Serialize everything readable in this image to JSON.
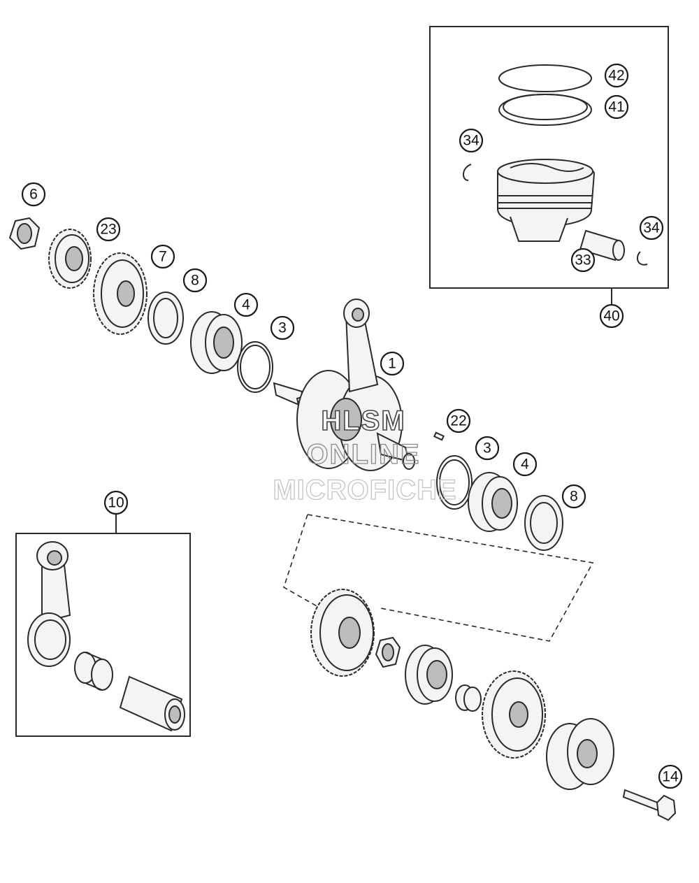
{
  "diagram": {
    "callouts": {
      "c6": "6",
      "c23": "23",
      "c7": "7",
      "c8a": "8",
      "c4a": "4",
      "c3a": "3",
      "c1": "1",
      "c22": "22",
      "c3b": "3",
      "c4b": "4",
      "c8b": "8",
      "c10": "10",
      "c14": "14",
      "c42": "42",
      "c41": "41",
      "c34a": "34",
      "c34b": "34",
      "c33": "33",
      "c40": "40"
    },
    "watermark": {
      "line1": "HLSM",
      "line2": "ONLINE",
      "line3": "MICROFICHE"
    }
  }
}
